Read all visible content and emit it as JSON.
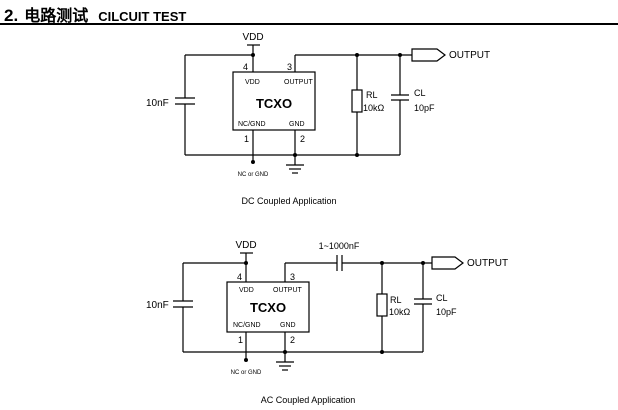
{
  "heading": {
    "number": "2.",
    "title_cn": "电路测试",
    "title_en": "CILCUIT TEST"
  },
  "dc": {
    "vdd": "VDD",
    "pin4": "4",
    "pin3": "3",
    "pin1": "1",
    "pin2": "2",
    "chip_vdd": "VDD",
    "chip_output": "OUTPUT",
    "chip_name": "TCXO",
    "chip_ncgnd": "NC/GND",
    "chip_gnd": "GND",
    "cap_left": "10nF",
    "rl": "RL",
    "rl_value": "10kΩ",
    "cl": "CL",
    "cl_value": "10pF",
    "output": "OUTPUT",
    "nc_gnd": "NC or GND",
    "caption": "DC Coupled Application"
  },
  "ac": {
    "vdd": "VDD",
    "pin4": "4",
    "pin3": "3",
    "pin1": "1",
    "pin2": "2",
    "chip_vdd": "VDD",
    "chip_output": "OUTPUT",
    "chip_name": "TCXO",
    "chip_ncgnd": "NC/GND",
    "chip_gnd": "GND",
    "cap_left": "10nF",
    "coupling": "1~1000nF",
    "rl": "RL",
    "rl_value": "10kΩ",
    "cl": "CL",
    "cl_value": "10pF",
    "output": "OUTPUT",
    "nc_gnd": "NC or GND",
    "caption": "AC Coupled Application"
  }
}
